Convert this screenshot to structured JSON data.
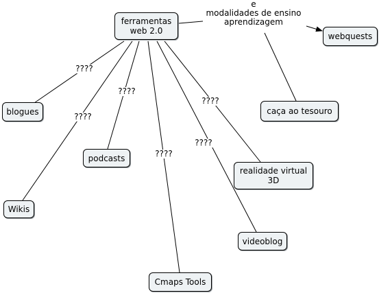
{
  "nodes": {
    "root": "ferramentas\nweb 2.0",
    "blogues": "blogues",
    "wikis": "Wikis",
    "podcasts": "podcasts",
    "cmaps": "Cmaps Tools",
    "videoblog": "videoblog",
    "rv": "realidade virtual\n3D",
    "caca": "caça ao tesouro",
    "webquests": "webquests"
  },
  "links": {
    "blogues": "????",
    "wikis": "????",
    "podcasts": "????",
    "cmaps": "????",
    "videoblog": "????",
    "rv": "????",
    "modalidades": "e\nmodalidades de ensino\naprendizagem"
  }
}
